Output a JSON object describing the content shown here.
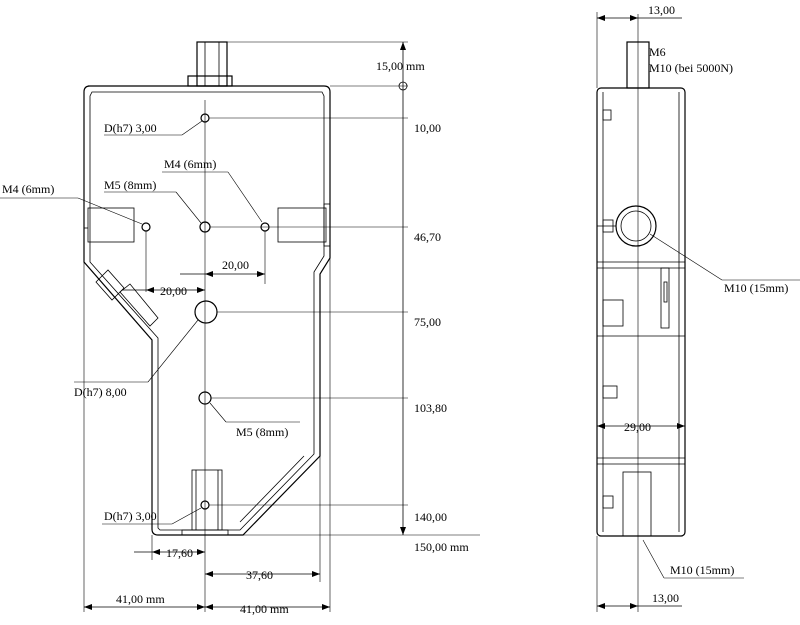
{
  "front_view": {
    "dims_right": {
      "d1": "15,00 mm",
      "d2": "10,00",
      "d3": "46,70",
      "d4": "75,00",
      "d5": "103,80",
      "d6": "140,00",
      "d7": "150,00 mm"
    },
    "dims_bottom": {
      "left_width": "41,00 mm",
      "right_width": "41,00 mm",
      "d_1760": "17,60",
      "d_3760": "37,60"
    },
    "dims_inner": {
      "spacing_a": "20,00",
      "spacing_b": "20,00"
    },
    "labels": {
      "pin_top": "D(h7) 3,00",
      "m4_left": "M4 (6mm)",
      "m5_upper": "M5 (8mm)",
      "m4_right": "M4 (6mm)",
      "bore_8": "D(h7) 8,00",
      "m5_lower": "M5 (8mm)",
      "pin_bottom": "D(h7) 3,00"
    }
  },
  "side_view": {
    "dims": {
      "top_width": "13,00",
      "bottom_width": "13,00",
      "mid_width": "29,00"
    },
    "labels": {
      "m6": "M6",
      "m10_load": "M10 (bei 5000N)",
      "m10_right": "M10 (15mm)",
      "m10_bottom": "M10 (15mm)"
    }
  }
}
